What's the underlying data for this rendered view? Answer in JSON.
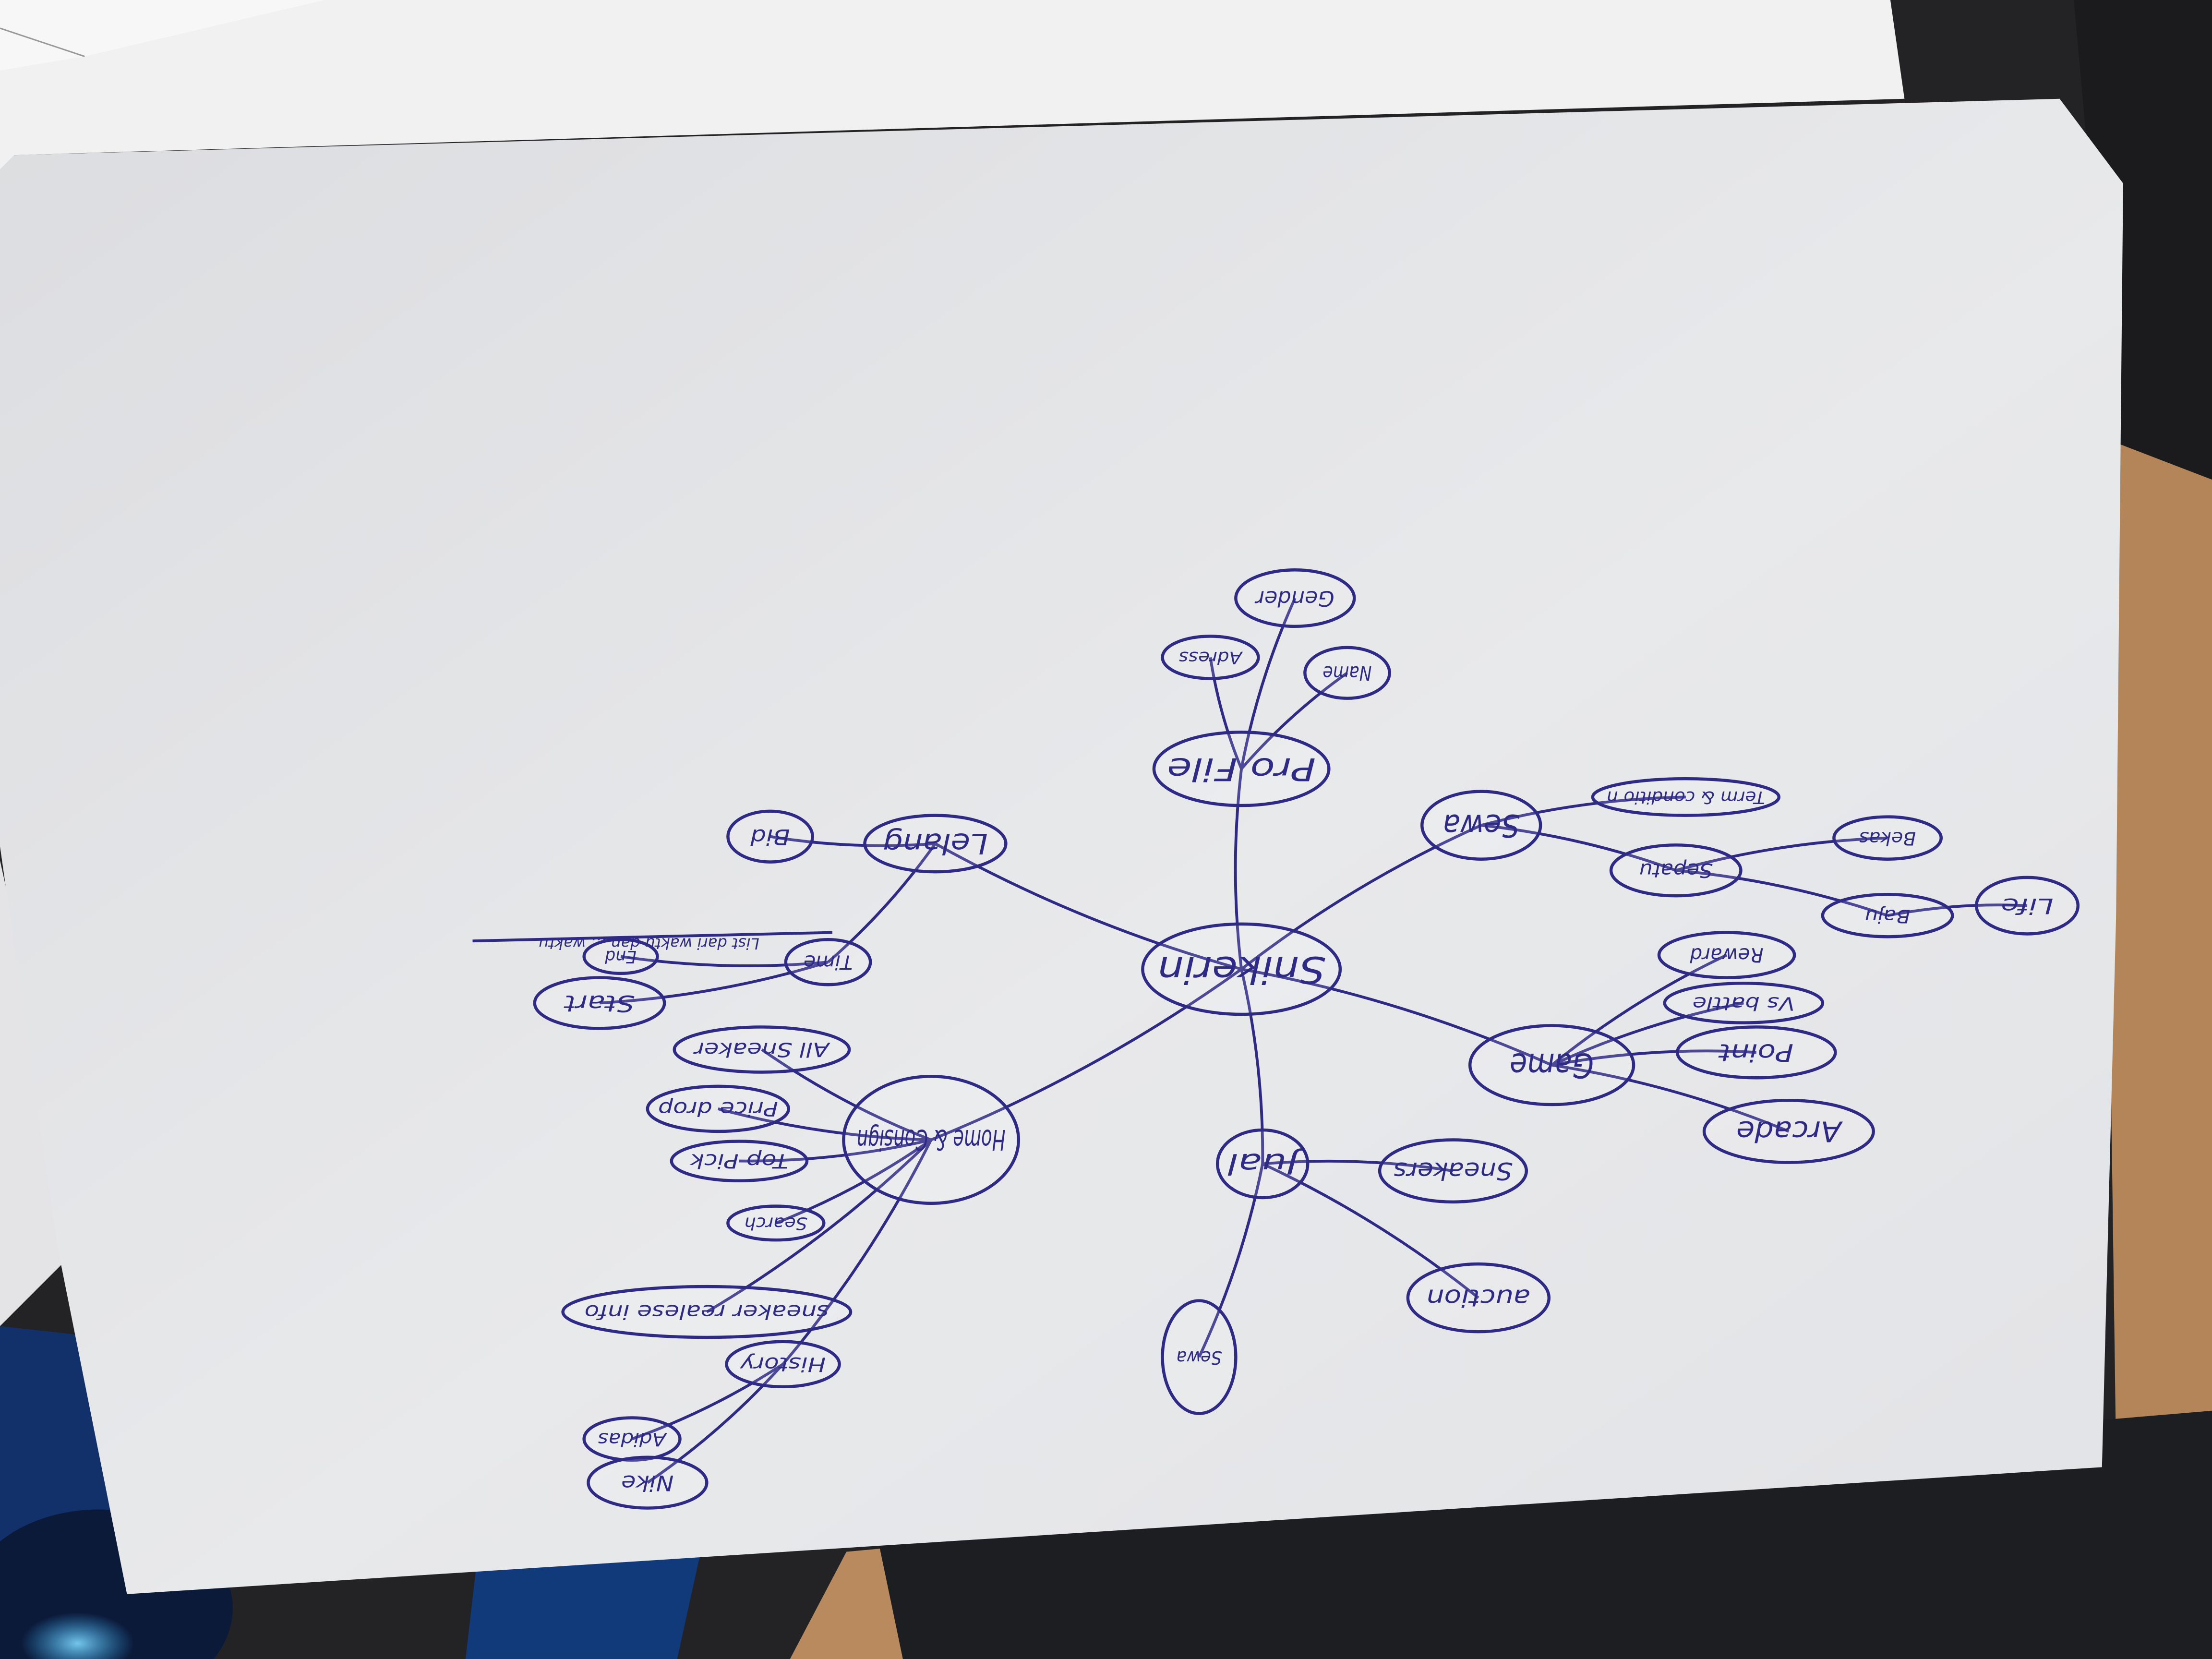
{
  "photo": {
    "paper_color": "#e9eaec",
    "ink_color": "#2e2a86",
    "desk_color": "#b98a5e",
    "laptop_color": "#1d1e22",
    "mouse_color": "#12306a",
    "mouse_glow": "#36b6ff"
  },
  "mindmap": {
    "center": "Snikerin",
    "branches": {
      "profile": {
        "label": "Pro File",
        "children": [
          "Name",
          "Adress",
          "Gender"
        ]
      },
      "sewa_top": {
        "label": "Sewa",
        "children": [
          "Term & conditio n",
          "Sepatu",
          "Baju",
          "Bekas",
          "Life"
        ]
      },
      "game": {
        "label": "Game",
        "children": [
          "Reward",
          "Vs battle",
          "Point",
          "Arcade"
        ]
      },
      "jual": {
        "label": "Jual",
        "children": [
          "Sneakers",
          "auction",
          "Sewa"
        ]
      },
      "home": {
        "label": "Home & Consign",
        "children": [
          "All Sneaker",
          "Price drop",
          "Top Pick",
          "Search",
          "sneaker realese info",
          "History",
          "Adidas",
          "Nike"
        ]
      },
      "lelang": {
        "label": "Lelang",
        "children": [
          "Bid",
          "Time",
          "Start",
          "End"
        ]
      }
    },
    "struck_note": "List dari waktu dan … waktu"
  }
}
